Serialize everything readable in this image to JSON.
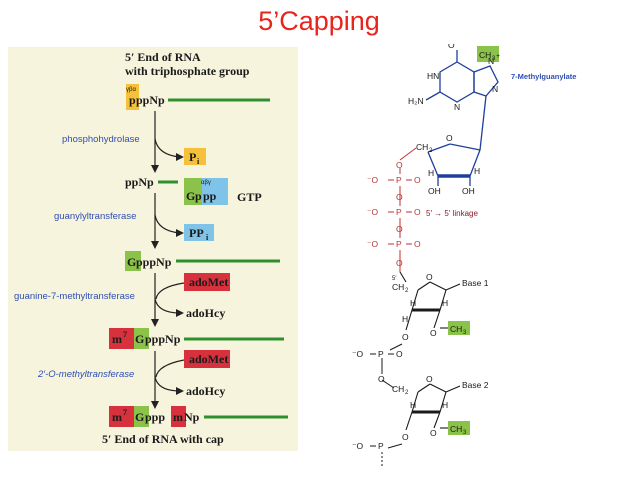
{
  "title": "5’Capping",
  "left": {
    "header_line1": "5′ End of RNA",
    "header_line2": "with triphosphate group",
    "step1": {
      "greek": "γβα",
      "p1": "p",
      "rest": "ppNp"
    },
    "enzyme1": "phosphohydrolase",
    "product1": "P",
    "product1_sub": "i",
    "step2": "ppNp",
    "gtp_greek": "αβγ",
    "gtp_g": "G",
    "gtp_pp": "pp",
    "gtp_label": "GTP",
    "enzyme2": "guanylyltransferase",
    "product2": "PP",
    "product2_sub": "i",
    "step3_g": "G",
    "step3_rest": "pppNp",
    "enzyme3": "guanine-7-methyltransferase",
    "adomet1": "adoMet",
    "adohcy1": "adoHcy",
    "step4_m": "m",
    "step4_sup": "7",
    "step4_g": "G",
    "step4_rest": "pppNp",
    "enzyme4": "2′-O-methyltransferase",
    "adomet2": "adoMet",
    "adohcy2": "adoHcy",
    "step5_m": "m",
    "step5_sup": "7",
    "step5_g": "G",
    "step5_ppp": "ppp",
    "step5_m2": "m",
    "step5_np": "Np",
    "footer": "5′ End of RNA with cap"
  },
  "right": {
    "methylguanylate": "7-Methylguanylate",
    "ch3": "CH",
    "ch3_sub": "3",
    "linkage": "5′ → 5′ linkage",
    "base1": "Base 1",
    "base2": "Base 2",
    "oh": "OH",
    "ch2": "CH",
    "ch2_sub": "2",
    "o_minus": "⁻O",
    "p": "P",
    "o": "O",
    "h": "H",
    "n": "N",
    "hn": "HN",
    "h2n": "H₂N",
    "plus": "+"
  },
  "colors": {
    "title": "#e8241c",
    "highlight_yellow": "#f5c13a",
    "highlight_green": "#8bc34a",
    "highlight_blue": "#7fc4e8",
    "highlight_red": "#d7313e",
    "rna_line": "#2f8f2f",
    "enzyme_text": "#2f4eb3",
    "ring_bond": "#1e3f9e"
  }
}
